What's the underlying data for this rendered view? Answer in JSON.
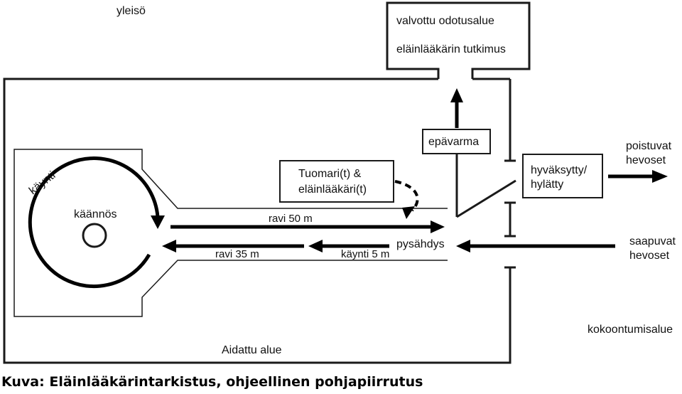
{
  "labels": {
    "audience": "yleisö",
    "waiting_area": "valvottu odotusalue",
    "vet_exam": "eläinlääkärin tutkimus",
    "uncertain": "epävarma",
    "judges_line1": "Tuomari(t) &",
    "judges_line2": "eläinlääkäri(t)",
    "accepted_line1": "hyväksytty/",
    "accepted_line2": "hylätty",
    "departing_line1": "poistuvat",
    "departing_line2": "hevoset",
    "arriving_line1": "saapuvat",
    "arriving_line2": "hevoset",
    "walk_circle": "käynti",
    "turn": "käännös",
    "trot50": "ravi 50 m",
    "trot35": "ravi 35 m",
    "walk5": "käynti 5 m",
    "stop": "pysähdys",
    "assembly": "kokoontumisalue",
    "fenced": "Aidattu alue"
  },
  "caption": "Kuva: Eläinlääkärintarkistus, ohjeellinen pohjapiirrutus"
}
